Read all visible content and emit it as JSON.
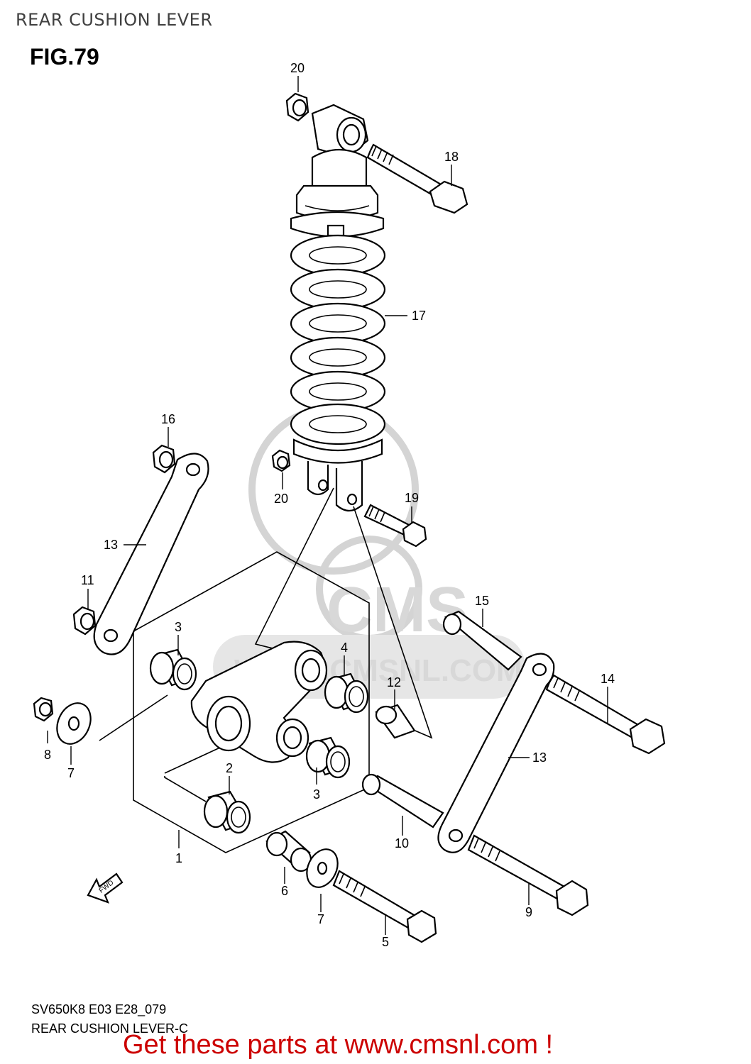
{
  "page": {
    "header": "REAR CUSHION LEVER",
    "figure": "FIG.79",
    "code": "SV650K8 E03 E28_079",
    "caption": "REAR CUSHION LEVER-C",
    "banner": "Get these parts at www.cmsnl.com !"
  },
  "watermark": {
    "logo_text": "CMS",
    "url_text": "WWW.CMSNL.COM"
  },
  "arrow": {
    "label": "FWD"
  },
  "callouts": {
    "c20a": "20",
    "c18": "18",
    "c17": "17",
    "c16": "16",
    "c20b": "20",
    "c19": "19",
    "c13a": "13",
    "c11": "11",
    "c15": "15",
    "c3a": "3",
    "c4": "4",
    "c12": "12",
    "c14": "14",
    "c8": "8",
    "c7a": "7",
    "c2": "2",
    "c3b": "3",
    "c13b": "13",
    "c1": "1",
    "c10": "10",
    "c6": "6",
    "c7b": "7",
    "c9": "9",
    "c5": "5"
  },
  "colors": {
    "banner": "#cc0000",
    "line": "#000000",
    "watermark": "#d4d4d4"
  }
}
